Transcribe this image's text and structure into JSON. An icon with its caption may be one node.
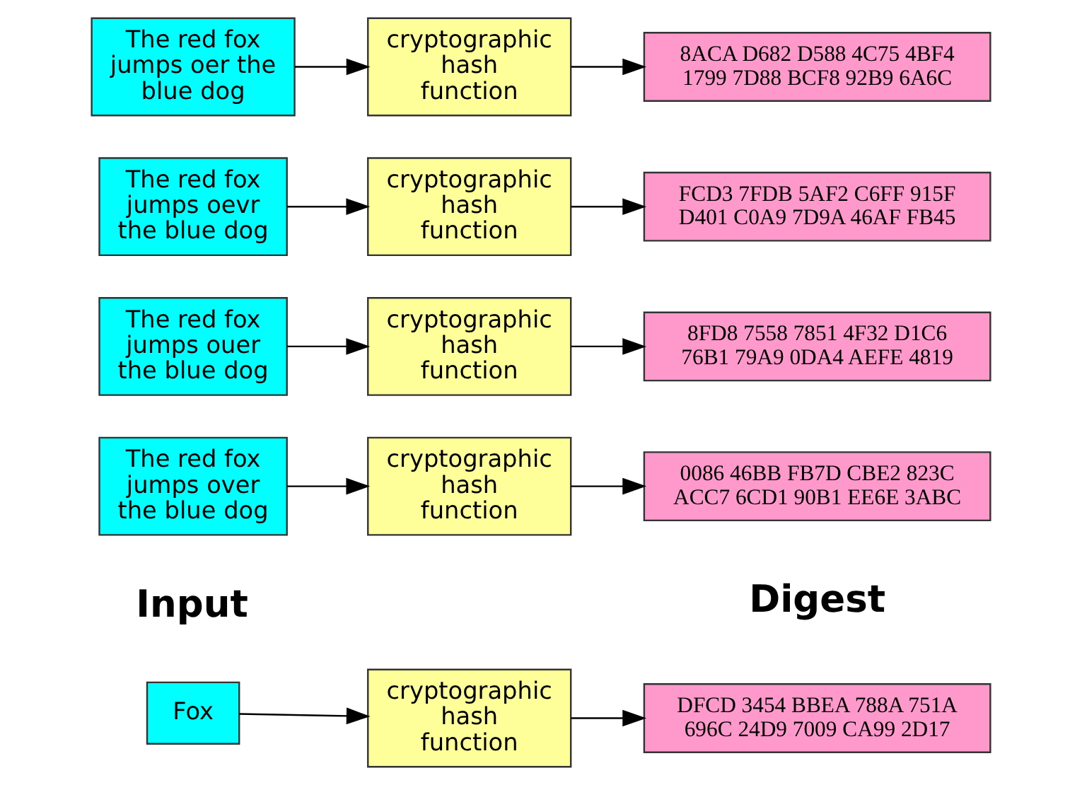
{
  "diagram": {
    "nodes": [
      {
        "text": [
          "Fox"
        ]
      },
      {
        "text": [
          "cryptographic hash function"
        ]
      },
      {
        "text": [
          "DFCD 3454 BBEA 788A 751A 696C 24D9 7009 CA99 2D17"
        ]
      },
      {
        "text": [
          "The red fox jumps over the blue dog"
        ]
      },
      {
        "text": [
          "cryptographic hash function"
        ]
      },
      {
        "text": [
          "0086 46BB FB7D CBE2 823C ACC7 6CD1 90B1 EE6E 3ABC"
        ]
      },
      {
        "text": [
          "The red fox jumps ouer the blue dog"
        ]
      },
      {
        "text": [
          "cryptographic hash function"
        ]
      },
      {
        "text": [
          "8FD8 7558 7851 4F32 D1C6 76B1 79A9 0DA4 AEFE 4819"
        ]
      },
      {
        "text": [
          "The red fox jumps oevr the blue dog"
        ]
      },
      {
        "text": [
          "cryptographic hash function"
        ]
      },
      {
        "text": [
          "FCD3 7FDB 5AF2 C6FF 915F D401 C0A9 7D9A 46AF FB45"
        ]
      },
      {
        "text": [
          "The red fox jumps oer the blue dog"
        ]
      },
      {
        "text": [
          "cryptographic hash function"
        ]
      },
      {
        "text": [
          "8ACA D682 D588 4C75 4BF4 1799 7D88 BCF8 92B9 6A6C"
        ]
      }
    ],
    "edges": [
      {
        "from": 0,
        "to": 1,
        "arrow": "to"
      },
      {
        "from": 1,
        "to": 2,
        "arrow": "to"
      },
      {
        "from": 3,
        "to": 4,
        "arrow": "to"
      },
      {
        "from": 4,
        "to": 5,
        "arrow": "to"
      },
      {
        "from": 6,
        "to": 7,
        "arrow": "to"
      },
      {
        "from": 7,
        "to": 8,
        "arrow": "to"
      },
      {
        "from": 9,
        "to": 10,
        "arrow": "to"
      },
      {
        "from": 10,
        "to": 11,
        "arrow": "to"
      },
      {
        "from": 12,
        "to": 13,
        "arrow": "to"
      },
      {
        "from": 13,
        "to": 14,
        "arrow": "to"
      }
    ],
    "labels": [
      "Input",
      "Digest"
    ]
  }
}
